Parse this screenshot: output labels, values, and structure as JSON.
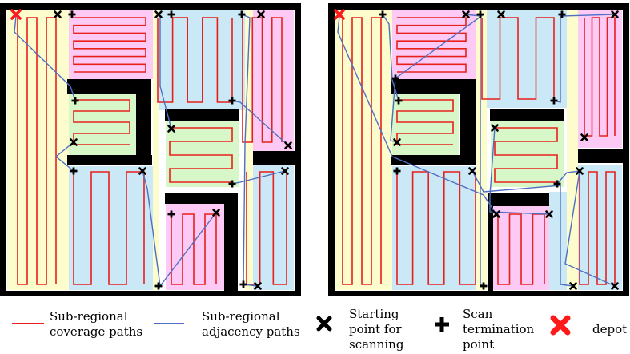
{
  "colors": {
    "coverage": "#e8201c",
    "adjacency": "#4f6fc4",
    "wall": "#000000",
    "region_yellow": "#fcfccc",
    "region_pink": "#fccaf4",
    "region_blue": "#cbe8f6",
    "region_green": "#d8f7c8",
    "depot": "#ff1a1a"
  },
  "legend": {
    "coverage_label": "Sub-regional\ncoverage paths",
    "adjacency_label": "Sub-regional\nadjacency paths",
    "start_label": "Starting\npoint for\nscanning",
    "end_label": "Scan\ntermination\npoint",
    "depot_label": "depot"
  },
  "icons": {
    "start": "cross-mark-icon",
    "end": "plus-mark-icon",
    "depot": "red-cross-icon"
  }
}
